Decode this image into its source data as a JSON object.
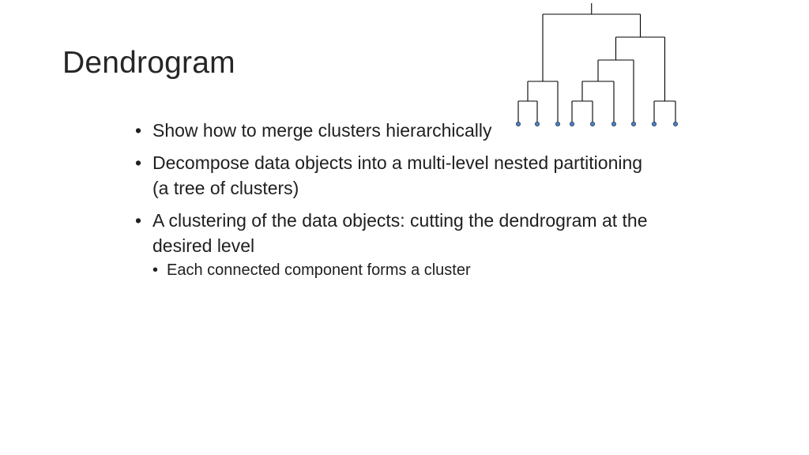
{
  "slide": {
    "title": "Dendrogram",
    "bullets": [
      "Show how to merge clusters hierarchically",
      "Decompose data objects into a multi-level nested partitioning (a tree of clusters)",
      "A clustering of the data objects: cutting the dendrogram at the desired level"
    ],
    "sub_bullets": [
      "Each connected component forms a cluster"
    ]
  },
  "dendrogram": {
    "leaf_count": 9,
    "merges": [
      {
        "left": "leaf-0",
        "right": "leaf-1",
        "id": "n1",
        "level": 1
      },
      {
        "left": "leaf-3",
        "right": "leaf-4",
        "id": "n2",
        "level": 1
      },
      {
        "left": "leaf-7",
        "right": "leaf-8",
        "id": "n3",
        "level": 1
      },
      {
        "left": "n1",
        "right": "leaf-2",
        "id": "n4",
        "level": 2
      },
      {
        "left": "n2",
        "right": "leaf-5",
        "id": "n5",
        "level": 2
      },
      {
        "left": "n5",
        "right": "leaf-6",
        "id": "n6",
        "level": 3
      },
      {
        "left": "n6",
        "right": "n3",
        "id": "n7",
        "level": 4
      },
      {
        "left": "n4",
        "right": "n7",
        "id": "n8",
        "level": 5
      }
    ],
    "line_color": "#000000",
    "leaf_color": "#4f81bd",
    "leaf_outline": "#1f3a5f"
  }
}
